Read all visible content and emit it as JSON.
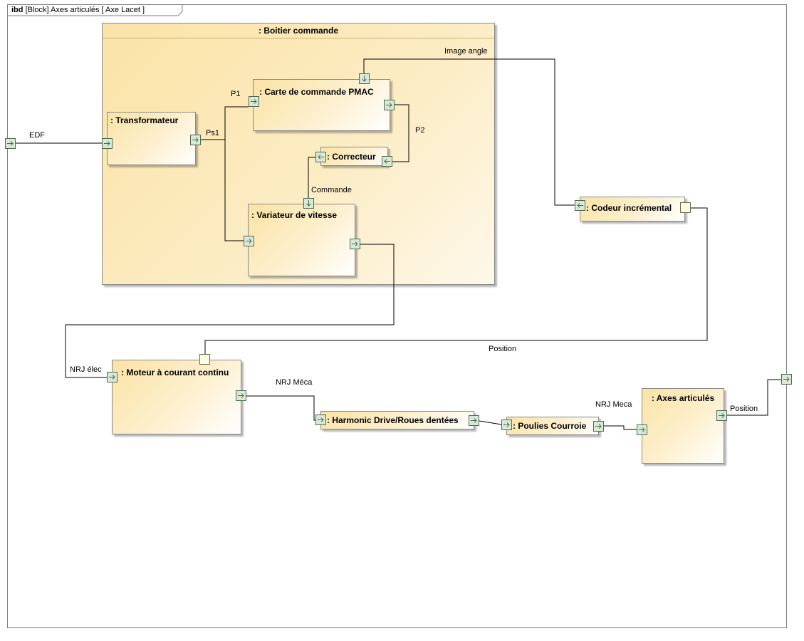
{
  "frame": {
    "kind": "ibd",
    "title": "[Block] Axes articulés [ Axe Lacet ]"
  },
  "parts": {
    "boitier": ": Boitier commande",
    "transformateur": ": Transformateur",
    "carte": ": Carte de commande PMAC",
    "correcteur": ": Correcteur",
    "variateur": ": Variateur de vitesse",
    "codeur": ": Codeur incrémental",
    "moteur": ": Moteur à courant continu",
    "harmonic": ": Harmonic Drive/Roues dentées",
    "poulies": ": Poulies Courroie",
    "axes": ": Axes articulés"
  },
  "flows": {
    "edf": "EDF",
    "ps1": "Ps1",
    "p1": "P1",
    "p2": "P2",
    "commande": "Commande",
    "image_angle": "Image angle",
    "position_feedback": "Position",
    "nrj_elec": "NRJ élec",
    "nrj_meca_1": "NRJ Méca",
    "nrj_meca_2": "NRJ Meca",
    "position_out": "Position"
  },
  "colors": {
    "block_fill": "#fbe3a6",
    "port_fill": "#d8e9d8",
    "port_border": "#4e6b4e",
    "connector": "#000000"
  },
  "icons": {
    "port_in": "arrow-right-icon",
    "port_out": "arrow-right-icon",
    "port_down": "arrow-down-icon",
    "port_left": "arrow-left-icon"
  }
}
